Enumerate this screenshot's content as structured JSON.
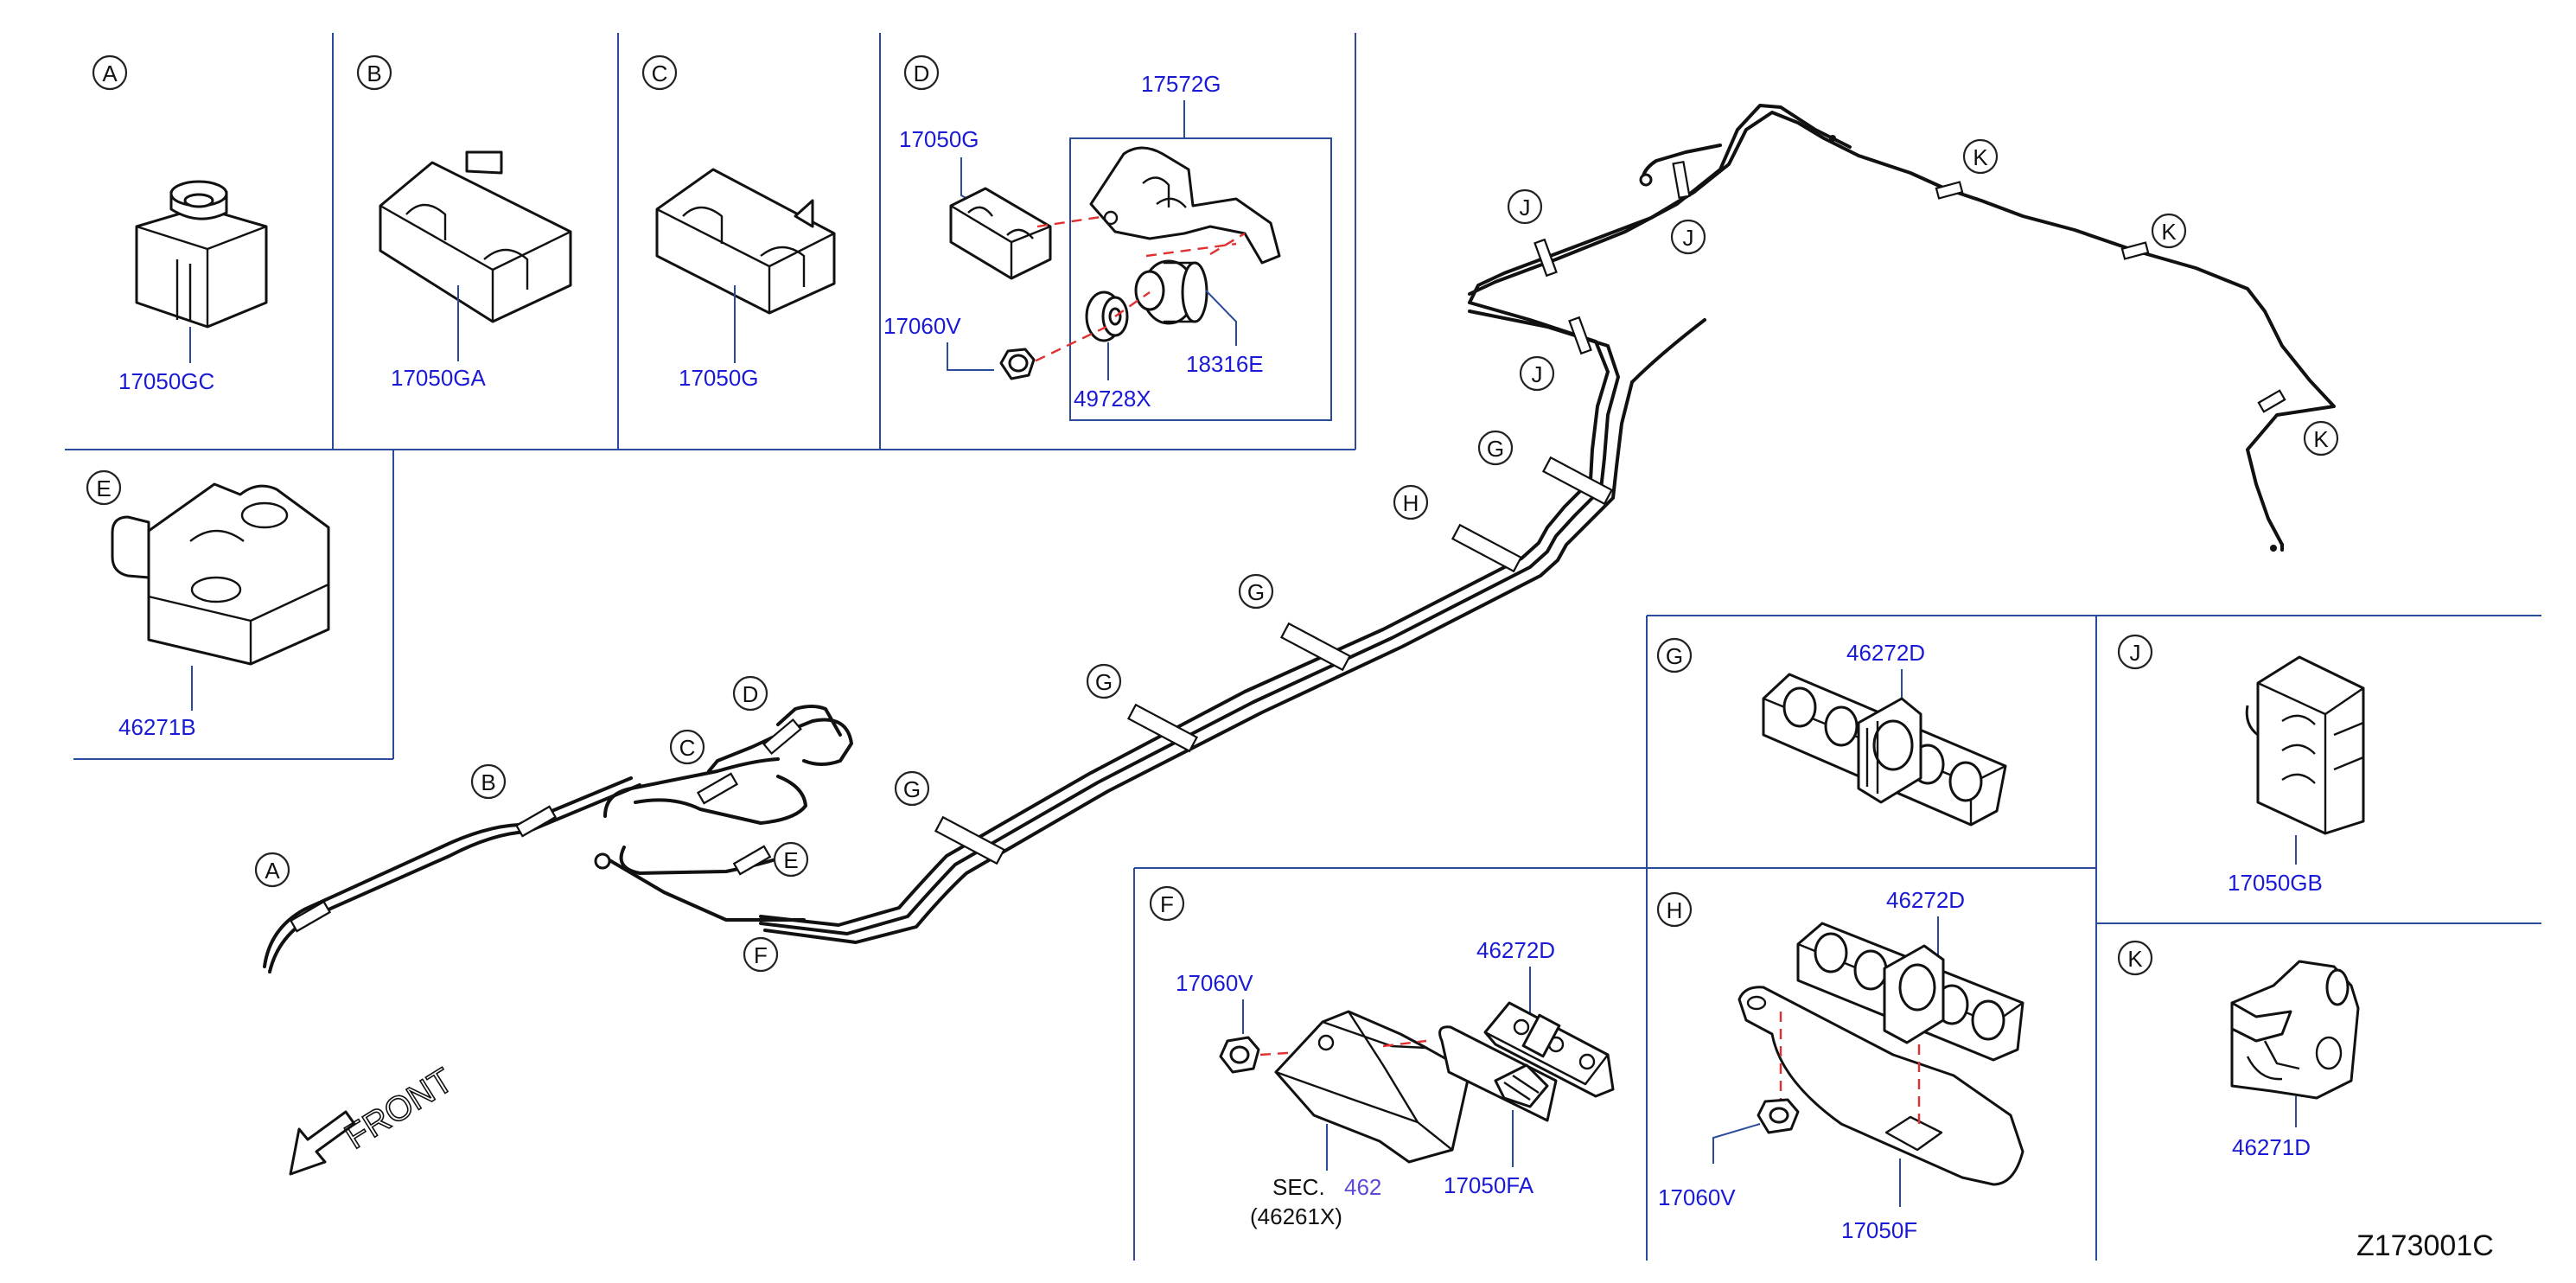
{
  "sections": {
    "A": {
      "letter": "A",
      "part": "17050GC"
    },
    "B": {
      "letter": "B",
      "part": "17050GA"
    },
    "C": {
      "letter": "C",
      "part": "17050G"
    },
    "D": {
      "letter": "D",
      "parts": {
        "p1": "17572G",
        "p2": "17050G",
        "p3": "17060V",
        "p4": "49728X",
        "p5": "18316E"
      }
    },
    "E": {
      "letter": "E",
      "part": "46271B"
    },
    "F": {
      "letter": "F",
      "parts": {
        "p1": "17060V",
        "p2": "46272D",
        "p3": "17050FA"
      },
      "sec_label": "SEC.",
      "sec_num": "462",
      "sec_ref": "(46261X)"
    },
    "G": {
      "letter": "G",
      "part": "46272D"
    },
    "H": {
      "letter": "H",
      "parts": {
        "p1": "46272D",
        "p2": "17060V",
        "p3": "17050F"
      }
    },
    "J": {
      "letter": "J",
      "part": "17050GB"
    },
    "K": {
      "letter": "K",
      "part": "46271D"
    }
  },
  "callouts": {
    "A": "A",
    "B": "B",
    "C": "C",
    "D": "D",
    "E": "E",
    "F": "F",
    "G": "G",
    "H": "H",
    "J": "J",
    "K": "K"
  },
  "front_label": "FRONT",
  "diagram_id": "Z173001C",
  "colors": {
    "part_number": "#1a1ad6",
    "frame": "#2a4a9a",
    "dash": "#e03030",
    "line": "#111111"
  }
}
